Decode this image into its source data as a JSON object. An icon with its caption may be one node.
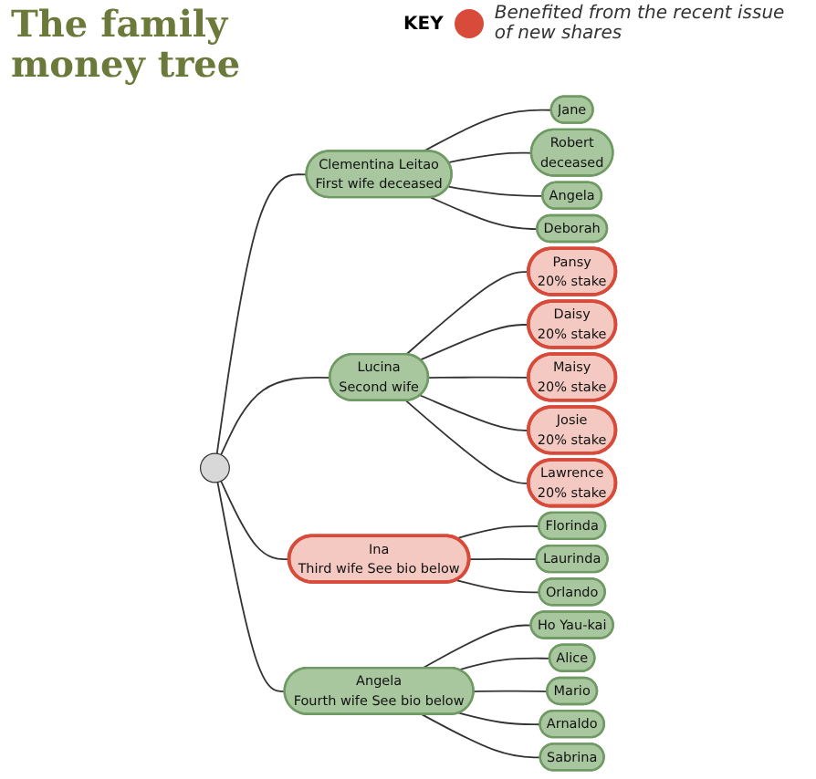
{
  "diagram": {
    "title": "The family money tree",
    "nodes": [
      {
        "text": [],
        "shape": "circle"
      },
      {
        "text": [
          "Clementina Leitao",
          "First wife deceased"
        ]
      },
      {
        "text": [
          "Jane"
        ]
      },
      {
        "text": [
          "Robert",
          "deceased"
        ]
      },
      {
        "text": [
          "Angela"
        ]
      },
      {
        "text": [
          "Deborah"
        ]
      },
      {
        "text": [
          "Lucina",
          "Second wife"
        ]
      },
      {
        "text": [
          "Pansy",
          "20% stake"
        ]
      },
      {
        "text": [
          "Daisy",
          "20% stake"
        ]
      },
      {
        "text": [
          "Maisy",
          "20% stake"
        ]
      },
      {
        "text": [
          "Josie",
          "20% stake"
        ]
      },
      {
        "text": [
          "Lawrence",
          "20% stake"
        ]
      },
      {
        "text": [
          "Ina",
          "Third wife See bio below"
        ]
      },
      {
        "text": [
          "Florinda"
        ]
      },
      {
        "text": [
          "Laurinda"
        ]
      },
      {
        "text": [
          "Orlando"
        ]
      },
      {
        "text": [
          "Angela",
          "Fourth wife See bio below"
        ]
      },
      {
        "text": [
          "Ho Yau-kai"
        ]
      },
      {
        "text": [
          "Alice"
        ]
      },
      {
        "text": [
          "Mario"
        ]
      },
      {
        "text": [
          "Arnaldo"
        ]
      },
      {
        "text": [
          "Sabrina"
        ]
      }
    ],
    "edges": [
      {
        "from": 0,
        "to": 1,
        "arrow": "none"
      },
      {
        "from": 0,
        "to": 6,
        "arrow": "none"
      },
      {
        "from": 0,
        "to": 12,
        "arrow": "none"
      },
      {
        "from": 0,
        "to": 16,
        "arrow": "none"
      },
      {
        "from": 1,
        "to": 2,
        "arrow": "none"
      },
      {
        "from": 1,
        "to": 3,
        "arrow": "none"
      },
      {
        "from": 1,
        "to": 4,
        "arrow": "none"
      },
      {
        "from": 1,
        "to": 5,
        "arrow": "none"
      },
      {
        "from": 6,
        "to": 7,
        "arrow": "none"
      },
      {
        "from": 6,
        "to": 8,
        "arrow": "none"
      },
      {
        "from": 6,
        "to": 9,
        "arrow": "none"
      },
      {
        "from": 6,
        "to": 10,
        "arrow": "none"
      },
      {
        "from": 6,
        "to": 11,
        "arrow": "none"
      },
      {
        "from": 12,
        "to": 13,
        "arrow": "none"
      },
      {
        "from": 12,
        "to": 14,
        "arrow": "none"
      },
      {
        "from": 12,
        "to": 15,
        "arrow": "none"
      },
      {
        "from": 16,
        "to": 17,
        "arrow": "none"
      },
      {
        "from": 16,
        "to": 18,
        "arrow": "none"
      },
      {
        "from": 16,
        "to": 19,
        "arrow": "none"
      },
      {
        "from": 16,
        "to": 20,
        "arrow": "none"
      },
      {
        "from": 16,
        "to": 21,
        "arrow": "none"
      }
    ],
    "labels": [
      "KEY"
    ],
    "legend": [
      {
        "text": "Benefited from the recent issue of new shares",
        "color": "#d84a3a"
      }
    ]
  }
}
